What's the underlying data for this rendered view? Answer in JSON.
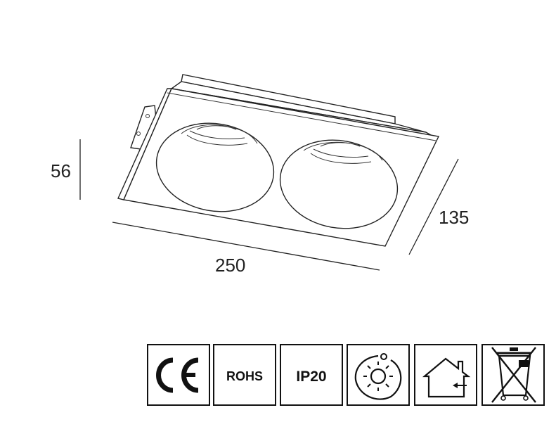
{
  "dimensions": {
    "height_label": "56",
    "width_label": "250",
    "depth_label": "135"
  },
  "certifications": {
    "ce_label": "CE",
    "rohs_label": "ROHS",
    "ip_label": "IP20"
  },
  "icons": [
    "ce-mark-icon",
    "rohs-icon",
    "ip20-icon",
    "sun-icon",
    "indoor-use-icon",
    "weee-bin-icon"
  ],
  "colors": {
    "line": "#222222",
    "background": "#ffffff"
  }
}
